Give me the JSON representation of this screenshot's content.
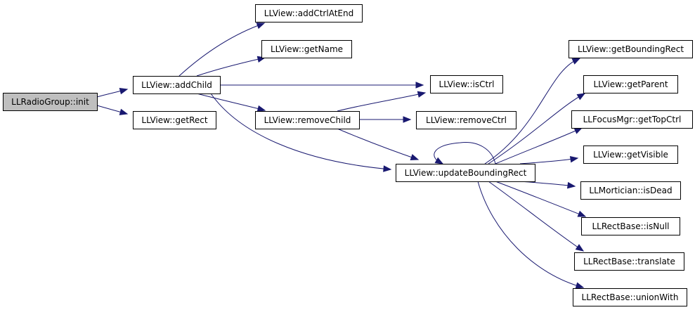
{
  "diagram": {
    "nodes": [
      {
        "id": "init",
        "label": "LLRadioGroup::init",
        "root": true
      },
      {
        "id": "addChild",
        "label": "LLView::addChild"
      },
      {
        "id": "getRect",
        "label": "LLView::getRect"
      },
      {
        "id": "addCtrlAtEnd",
        "label": "LLView::addCtrlAtEnd"
      },
      {
        "id": "getName",
        "label": "LLView::getName"
      },
      {
        "id": "isCtrl",
        "label": "LLView::isCtrl"
      },
      {
        "id": "removeChild",
        "label": "LLView::removeChild"
      },
      {
        "id": "removeCtrl",
        "label": "LLView::removeCtrl"
      },
      {
        "id": "updateBoundingRect",
        "label": "LLView::updateBoundingRect"
      },
      {
        "id": "getBoundingRect",
        "label": "LLView::getBoundingRect"
      },
      {
        "id": "getParent",
        "label": "LLView::getParent"
      },
      {
        "id": "getTopCtrl",
        "label": "LLFocusMgr::getTopCtrl"
      },
      {
        "id": "getVisible",
        "label": "LLView::getVisible"
      },
      {
        "id": "isDead",
        "label": "LLMortician::isDead"
      },
      {
        "id": "isNull",
        "label": "LLRectBase::isNull"
      },
      {
        "id": "translate",
        "label": "LLRectBase::translate"
      },
      {
        "id": "unionWith",
        "label": "LLRectBase::unionWith"
      }
    ],
    "edges": [
      {
        "from": "init",
        "to": "addChild"
      },
      {
        "from": "init",
        "to": "getRect"
      },
      {
        "from": "addChild",
        "to": "addCtrlAtEnd"
      },
      {
        "from": "addChild",
        "to": "getName"
      },
      {
        "from": "addChild",
        "to": "isCtrl"
      },
      {
        "from": "addChild",
        "to": "removeChild"
      },
      {
        "from": "addChild",
        "to": "updateBoundingRect"
      },
      {
        "from": "removeChild",
        "to": "isCtrl"
      },
      {
        "from": "removeChild",
        "to": "removeCtrl"
      },
      {
        "from": "removeChild",
        "to": "updateBoundingRect"
      },
      {
        "from": "updateBoundingRect",
        "to": "updateBoundingRect"
      },
      {
        "from": "updateBoundingRect",
        "to": "getBoundingRect"
      },
      {
        "from": "updateBoundingRect",
        "to": "getParent"
      },
      {
        "from": "updateBoundingRect",
        "to": "getTopCtrl"
      },
      {
        "from": "updateBoundingRect",
        "to": "getVisible"
      },
      {
        "from": "updateBoundingRect",
        "to": "isDead"
      },
      {
        "from": "updateBoundingRect",
        "to": "isNull"
      },
      {
        "from": "updateBoundingRect",
        "to": "translate"
      },
      {
        "from": "updateBoundingRect",
        "to": "unionWith"
      }
    ]
  }
}
